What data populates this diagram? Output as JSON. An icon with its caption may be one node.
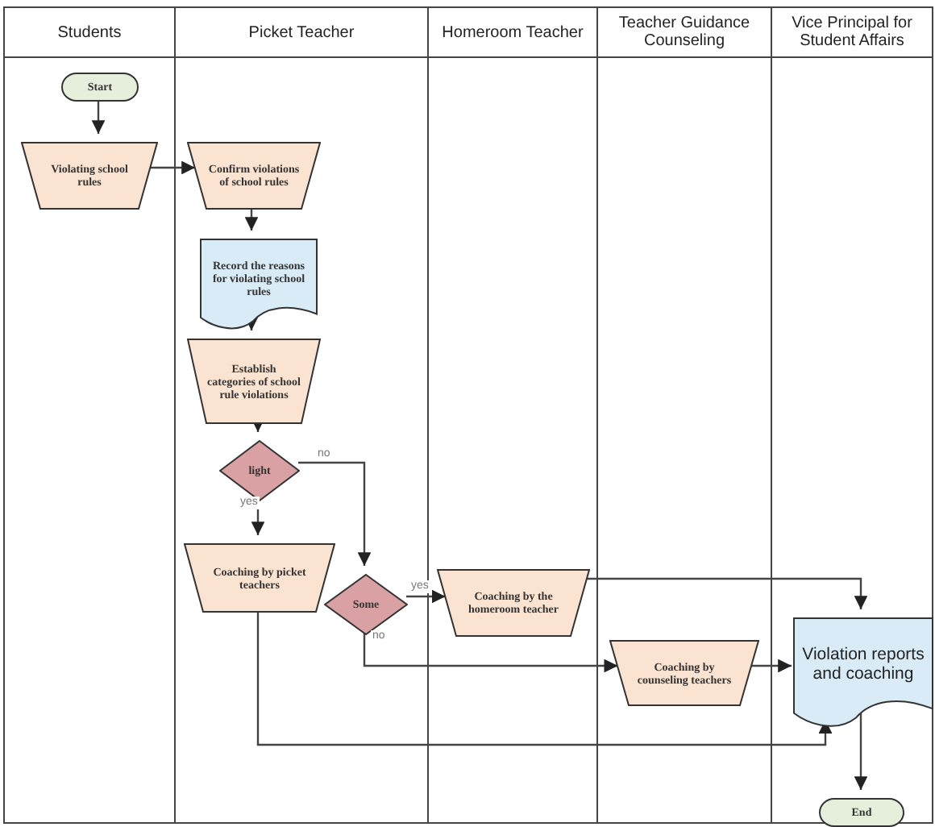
{
  "diagram": {
    "nodes": [
      {
        "text": [
          "Students"
        ]
      },
      {
        "text": [
          "Picket Teacher"
        ]
      },
      {
        "text": [
          "Homeroom Teacher"
        ]
      },
      {
        "text": [
          "Teacher Guidance Counseling"
        ]
      },
      {
        "text": [
          "Vice Principal for Student Affairs"
        ]
      },
      {
        "text": [
          "Start"
        ],
        "in": 0
      },
      {
        "text": [
          "Violating school rules"
        ],
        "in": 0
      },
      {
        "text": [
          "Confirm violations of school rules"
        ],
        "in": 1
      },
      {
        "text": [
          "Record the reasons for violating school rules"
        ],
        "in": 1
      },
      {
        "text": [
          "Establish categories of school rule violations"
        ],
        "in": 1
      },
      {
        "text": [
          "light"
        ],
        "in": 1
      },
      {
        "text": [
          "Coaching by picket teachers"
        ],
        "in": 1
      },
      {
        "text": [
          "Some"
        ],
        "in": 1
      },
      {
        "text": [
          "Coaching by the homeroom teacher"
        ],
        "in": 2
      },
      {
        "text": [
          "Coaching by counseling teachers"
        ],
        "in": 3
      },
      {
        "text": [
          "Violation reports and coaching"
        ],
        "in": 4
      },
      {
        "text": [
          "End"
        ],
        "in": 4
      }
    ],
    "edges": [
      {
        "from": 5,
        "to": 6,
        "arrow": "to"
      },
      {
        "from": 6,
        "to": 7,
        "arrow": "to"
      },
      {
        "from": 7,
        "to": 8,
        "arrow": "to"
      },
      {
        "from": 8,
        "to": 9,
        "arrow": "to"
      },
      {
        "from": 9,
        "to": 10,
        "arrow": "to"
      },
      {
        "from": 10,
        "to": 11,
        "label": "yes",
        "arrow": "to"
      },
      {
        "from": 10,
        "to": 12,
        "label": "no",
        "arrow": "to"
      },
      {
        "from": 12,
        "to": 13,
        "label": "yes",
        "arrow": "to"
      },
      {
        "from": 12,
        "to": 14,
        "label": "no",
        "arrow": "to"
      },
      {
        "from": 13,
        "to": 15,
        "arrow": "to"
      },
      {
        "from": 14,
        "to": 15,
        "arrow": "to"
      },
      {
        "from": 11,
        "to": 15,
        "arrow": "to"
      },
      {
        "from": 15,
        "to": 16,
        "arrow": "to"
      }
    ]
  }
}
